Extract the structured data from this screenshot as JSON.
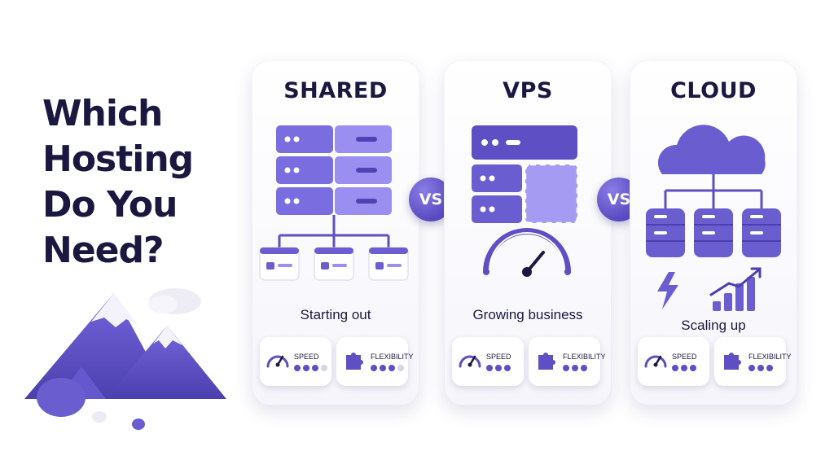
{
  "headline": {
    "lines": [
      "Which",
      "Hosting",
      "Do You",
      "Need?"
    ]
  },
  "vs_label": "VS",
  "colors": {
    "primary": "#5e4fc4",
    "light": "#9a8ef0",
    "text": "#1b1840",
    "dot_inactive": "#d8d5e6"
  },
  "cards": [
    {
      "title": "SHARED",
      "caption": "Starting out",
      "icon": "server-stack-shared-icon",
      "metrics": [
        {
          "label": "SPEED",
          "icon": "speedometer-icon",
          "rating": 3,
          "max": 4
        },
        {
          "label": "FLEXIBILITY",
          "icon": "puzzle-icon",
          "rating": 3,
          "max": 4
        }
      ]
    },
    {
      "title": "VPS",
      "caption": "Growing business",
      "icon": "server-partition-icon",
      "metrics": [
        {
          "label": "SPEED",
          "icon": "speedometer-icon",
          "rating": 3,
          "max": 3
        },
        {
          "label": "FLEXIBILITY",
          "icon": "puzzle-icon",
          "rating": 3,
          "max": 3
        }
      ]
    },
    {
      "title": "CLOUD",
      "caption": "Scaling up",
      "icon": "cloud-network-icon",
      "metrics": [
        {
          "label": "SPEED",
          "icon": "speedometer-icon",
          "rating": 3,
          "max": 3
        },
        {
          "label": "FLEXIBILITY",
          "icon": "puzzle-icon",
          "rating": 3,
          "max": 3
        }
      ]
    }
  ]
}
